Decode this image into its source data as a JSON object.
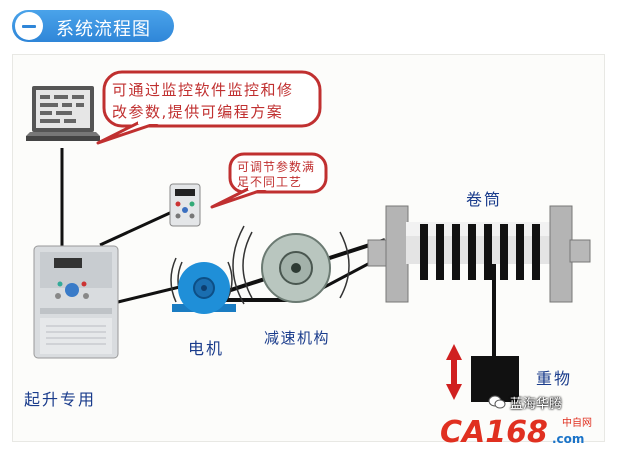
{
  "header": {
    "title": "系统流程图"
  },
  "bubbles": {
    "software": {
      "lines": [
        "可通过监控软件监控和修",
        "改参数,提供可编程方案"
      ]
    },
    "params": {
      "lines": [
        "可调节参数满",
        "足不同工艺"
      ]
    }
  },
  "labels": {
    "drum": "卷筒",
    "motor": "电机",
    "reducer": "减速机构",
    "hoist": "起升专用",
    "weight": "重物"
  },
  "watermark": {
    "text": "蓝海华腾"
  },
  "logo": {
    "main": "CA168",
    "suffix": ".com",
    "cn": "中自网"
  },
  "colors": {
    "header_bg": "#2f86d8",
    "bubble_border": "#c03030",
    "bubble_text": "#c03030",
    "label_text": "#1a3c8c",
    "motor_blue": "#1f8fd8",
    "weight_arrow": "#d02020",
    "logo_red": "#e03020",
    "logo_blue": "#1a73c8"
  }
}
